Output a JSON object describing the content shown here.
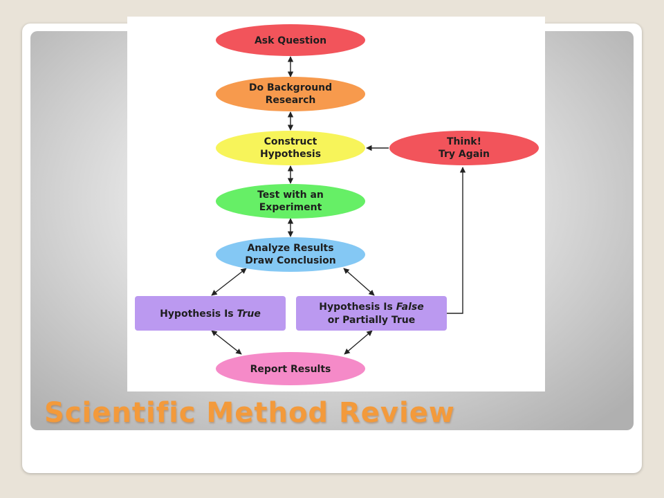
{
  "slide": {
    "title": "Scientific Method Review"
  },
  "diagram": {
    "nodes": {
      "ask_question": {
        "lines": [
          "Ask Question"
        ],
        "color": "#f2545b"
      },
      "background_research": {
        "lines": [
          "Do Background",
          "Research"
        ],
        "color": "#f79a4d"
      },
      "construct_hypothesis": {
        "lines": [
          "Construct",
          "Hypothesis"
        ],
        "color": "#f7f45a"
      },
      "test_experiment": {
        "lines": [
          "Test with an",
          "Experiment"
        ],
        "color": "#66ef66"
      },
      "analyze_results": {
        "lines": [
          "Analyze Results",
          "Draw Conclusion"
        ],
        "color": "#84c8f4"
      },
      "hypothesis_true": {
        "text_prefix": "Hypothesis Is ",
        "text_italic": "True",
        "color": "#bb99f0"
      },
      "hypothesis_false": {
        "line1_prefix": "Hypothesis Is ",
        "line1_italic": "False",
        "line2": "or Partially True",
        "color": "#bb99f0"
      },
      "report_results": {
        "lines": [
          "Report Results"
        ],
        "color": "#f58ac8"
      },
      "think_try_again": {
        "lines": [
          "Think!",
          "Try Again"
        ],
        "color": "#f2545b"
      }
    },
    "arrow_color": "#222222"
  }
}
